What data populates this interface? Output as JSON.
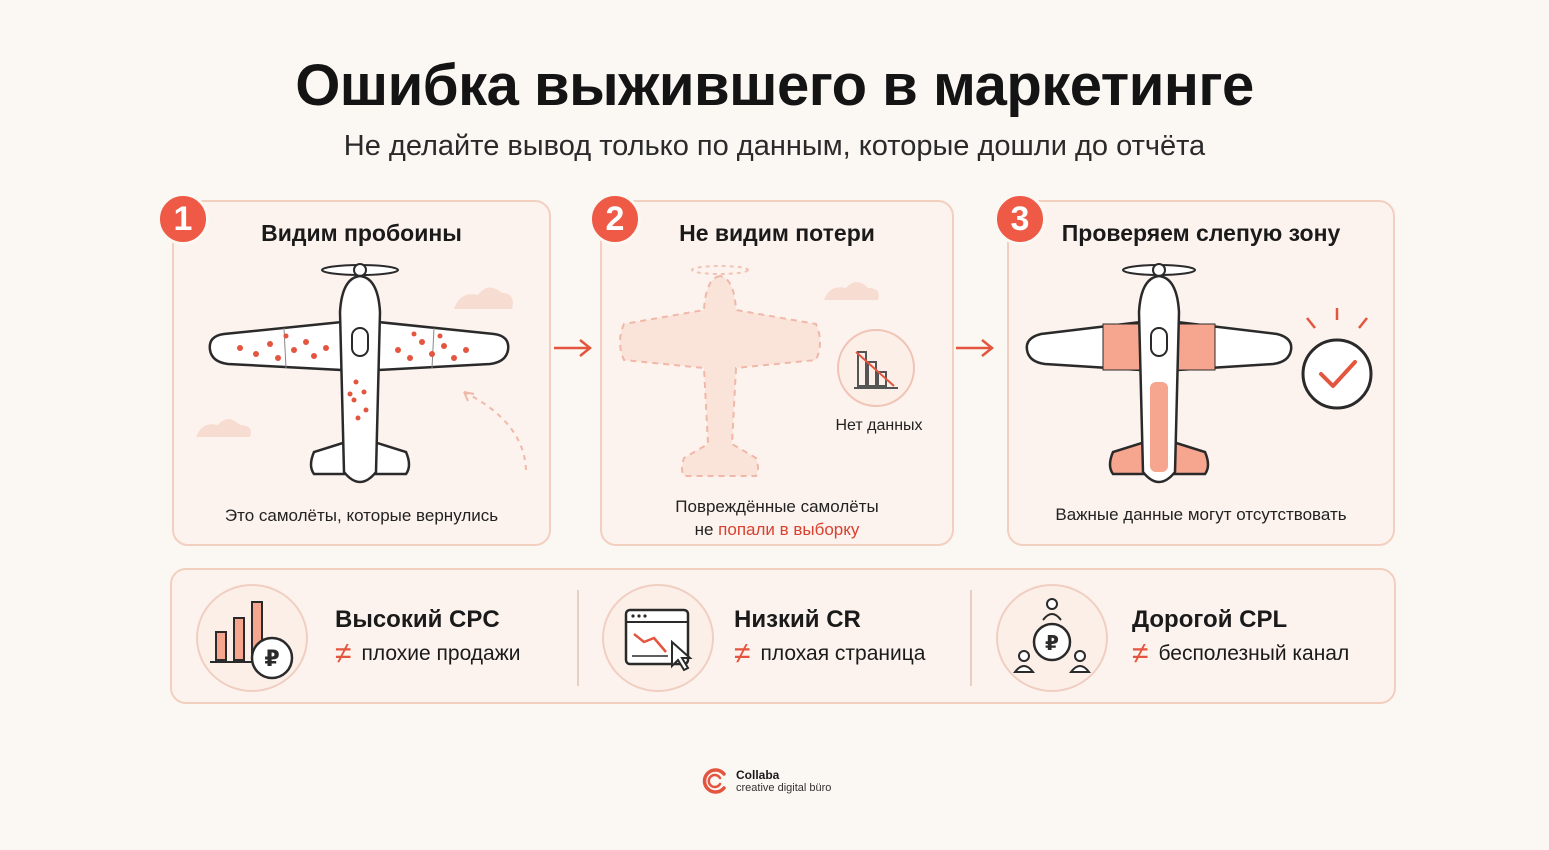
{
  "header": {
    "title": "Ошибка выжившего в маркетинге",
    "subtitle": "Не делайте вывод только по данным, которые дошли до отчёта"
  },
  "steps": [
    {
      "number": "1",
      "title": "Видим пробоины",
      "caption": "Это самолёты, которые вернулись"
    },
    {
      "number": "2",
      "title": "Не видим потери",
      "caption_line1": "Повреждённые самолёты",
      "caption_line2_prefix": "не ",
      "caption_line2_accent": "попали в выборку",
      "nodata_label": "Нет данных"
    },
    {
      "number": "3",
      "title": "Проверяем слепую зону",
      "caption": "Важные данные могут отсутствовать"
    }
  ],
  "metrics": [
    {
      "name": "Высокий CPC",
      "neq": "≠",
      "desc": "плохие продажи",
      "icon": "bar-chart-ruble-icon"
    },
    {
      "name": "Низкий CR",
      "neq": "≠",
      "desc": "плохая страница",
      "icon": "browser-chart-cursor-icon"
    },
    {
      "name": "Дорогой CPL",
      "neq": "≠",
      "desc": "бесполезный канал",
      "icon": "ruble-users-icon"
    }
  ],
  "brand": {
    "name": "Collaba",
    "tagline": "creative digital büro"
  },
  "colors": {
    "accent": "#ee5a45",
    "card_border": "#f3cfc0",
    "background": "#fbf7f3",
    "highlight_fill": "#f6a58e"
  }
}
